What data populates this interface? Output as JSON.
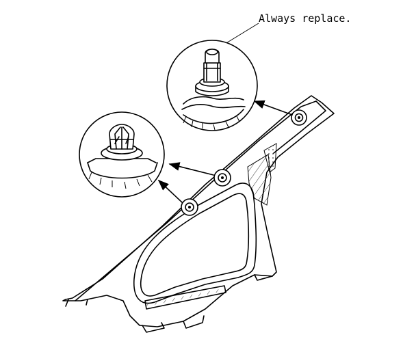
{
  "callout": {
    "label": "Always replace."
  },
  "parts": {
    "trim_panel": "pillar-trim-panel",
    "clips": [
      "upper-clip",
      "middle-clip",
      "lower-clip"
    ],
    "detail_views": [
      "upper-clip-detail",
      "lower-clip-detail"
    ]
  }
}
